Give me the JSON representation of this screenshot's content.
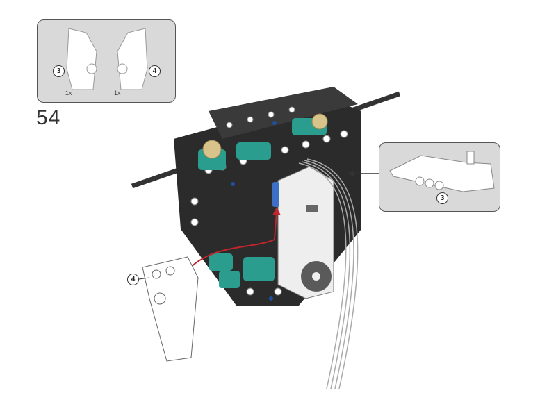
{
  "step_number": "54",
  "parts_list": [
    {
      "qty": "1x",
      "label": "3"
    },
    {
      "qty": "1x",
      "label": "4"
    }
  ],
  "callout": {
    "label": "3"
  },
  "main_marker": "4",
  "colors": {
    "frame": "#2b2b2b",
    "teal": "#2a9d8f",
    "tan": "#d8c48a",
    "arrow": "#c0262d",
    "panel_bg": "#d9d9d9"
  }
}
